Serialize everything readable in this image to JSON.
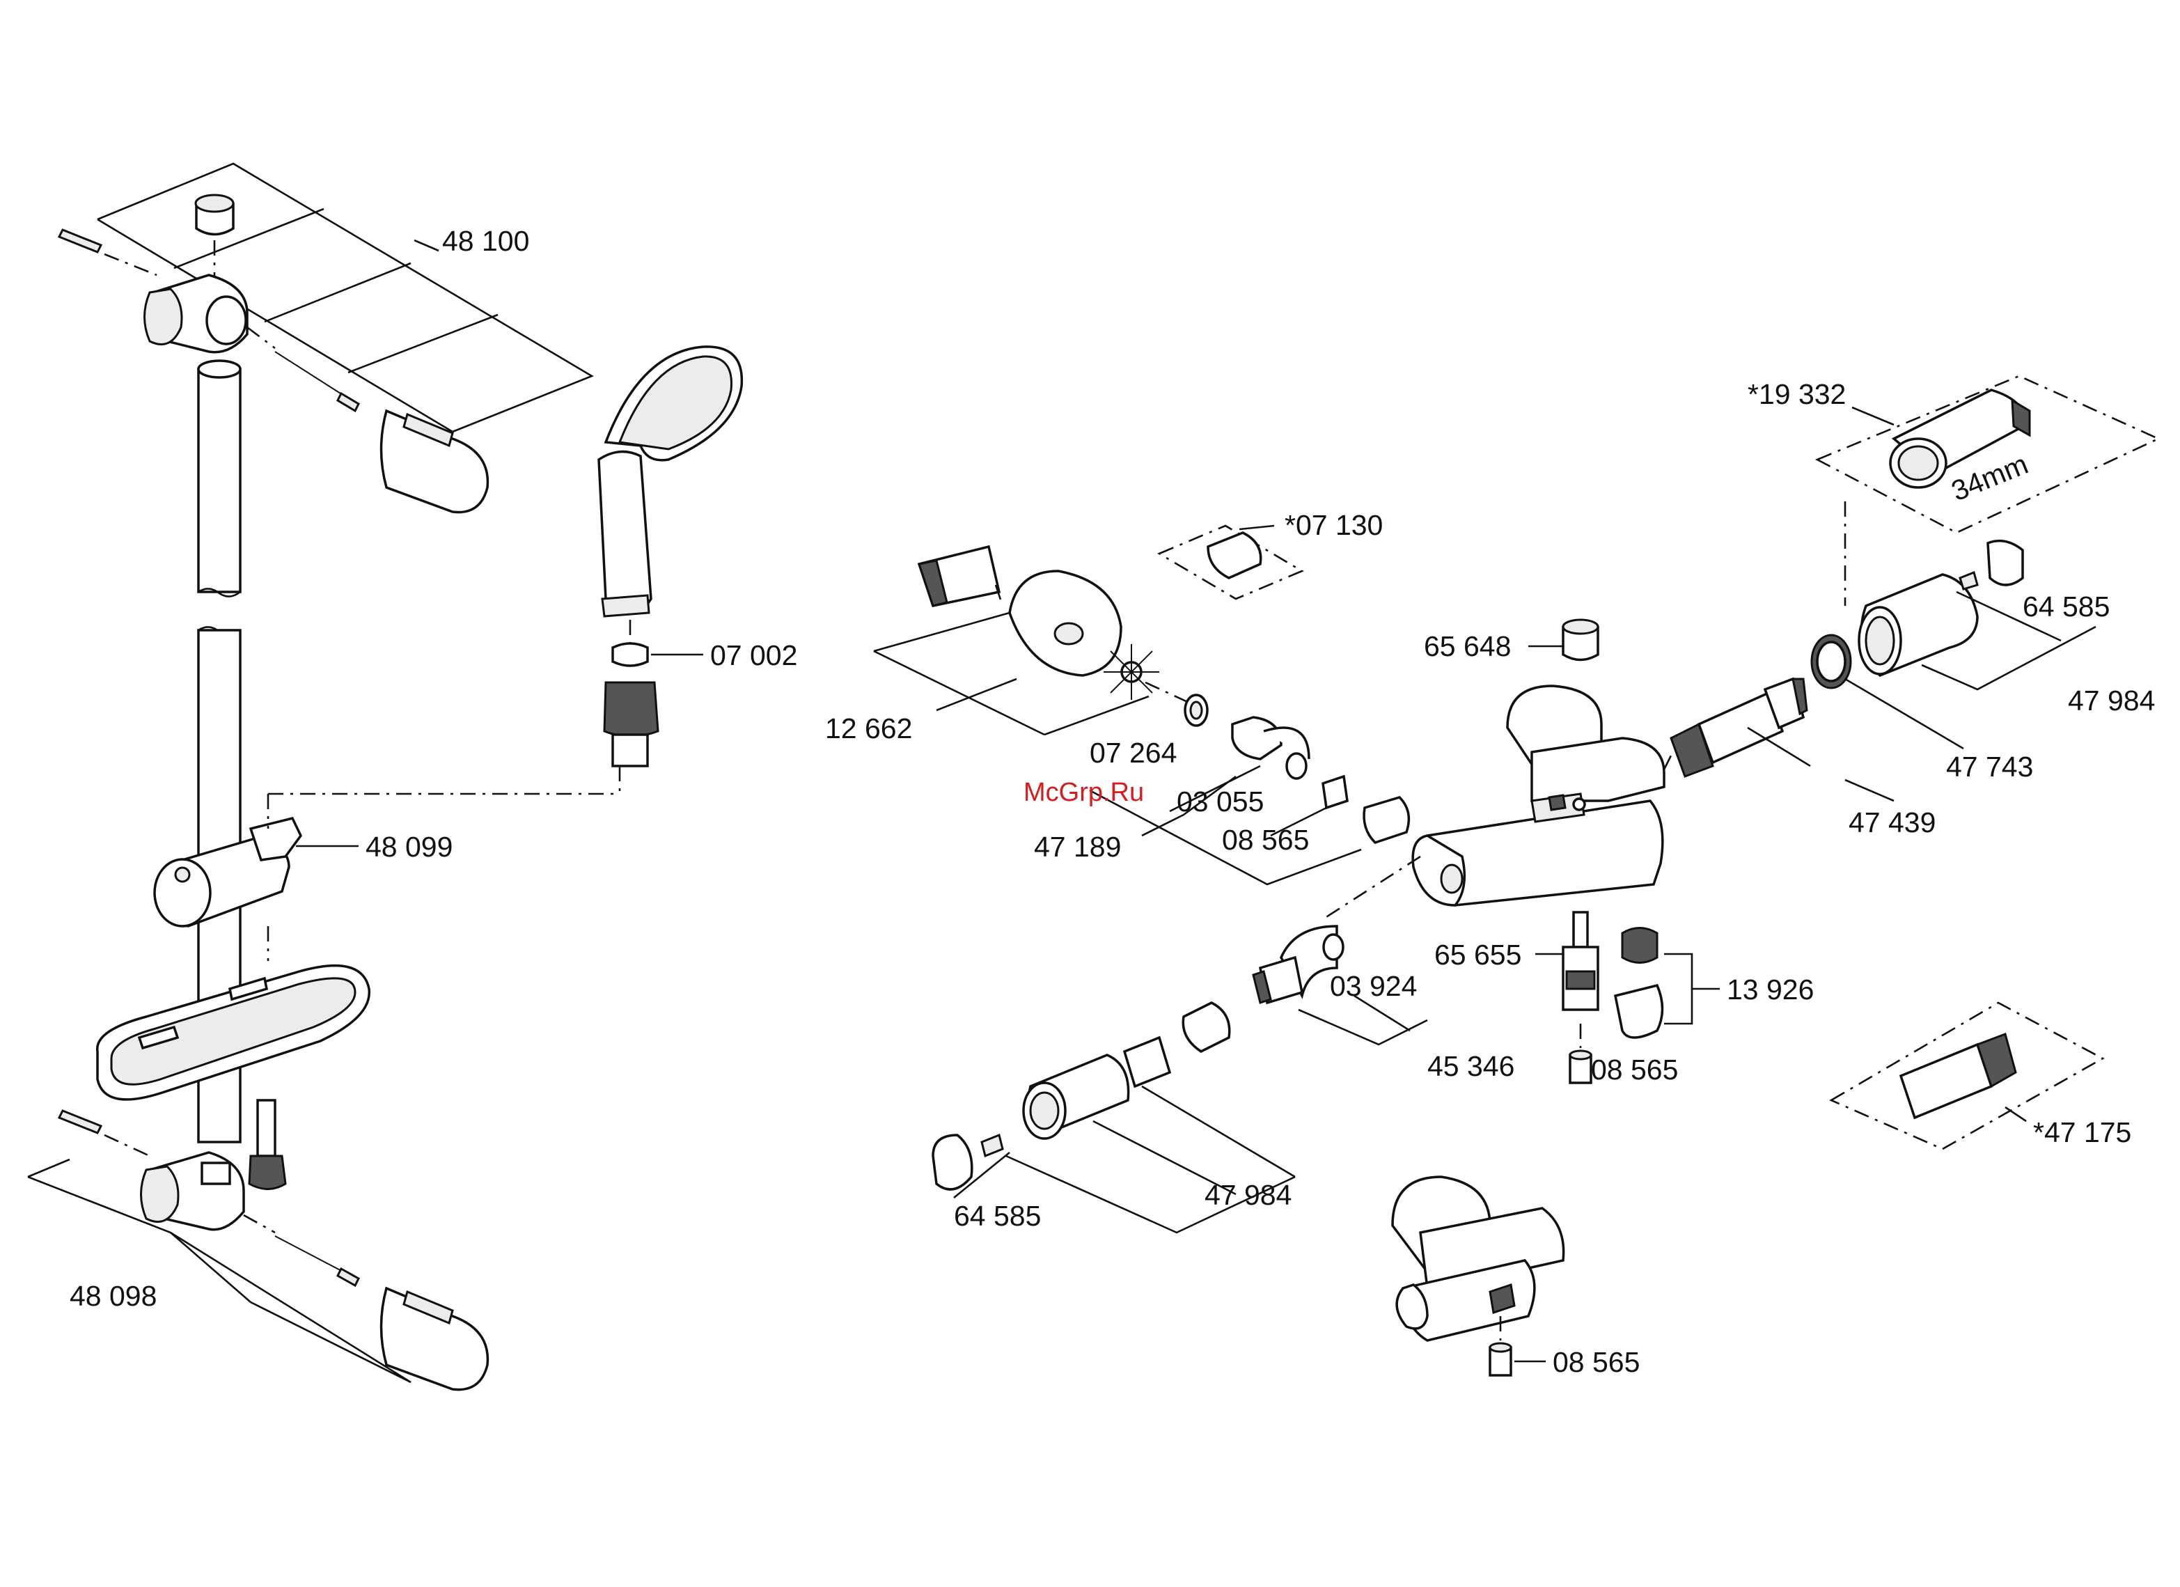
{
  "watermark": "McGrp.Ru",
  "labels": {
    "p48100": "48 100",
    "p07002": "07 002",
    "p48099": "48 099",
    "p48098": "48 098",
    "p19332": "*19 332",
    "p34mm": "34mm",
    "p07130": "*07 130",
    "p12662": "12 662",
    "p07264": "07 264",
    "p03055": "03 055",
    "p47189": "47 189",
    "p08565a": "08 565",
    "p65648": "65 648",
    "p64585a": "64 585",
    "p47984a": "47 984",
    "p47743": "47 743",
    "p47439": "47 439",
    "p65655": "65 655",
    "p13926": "13 926",
    "p03924": "03 924",
    "p45346": "45 346",
    "p08565b": "08 565",
    "p47175": "*47 175",
    "p64585b": "64 585",
    "p47984b": "47 984",
    "p08565c": "08 565"
  }
}
